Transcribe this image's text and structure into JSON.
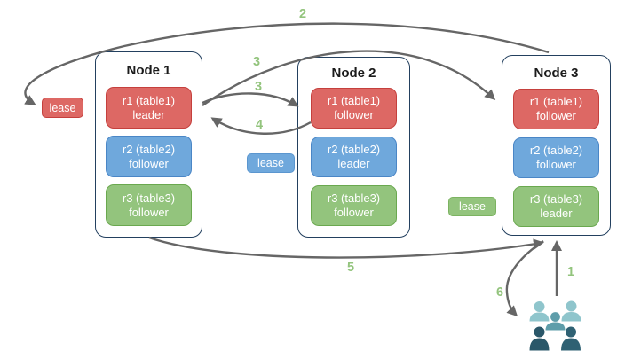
{
  "nodes": [
    {
      "title": "Node 1",
      "replicas": [
        {
          "label": "r1 (table1)",
          "role": "leader",
          "color": "red"
        },
        {
          "label": "r2 (table2)",
          "role": "follower",
          "color": "blue"
        },
        {
          "label": "r3 (table3)",
          "role": "follower",
          "color": "green"
        }
      ]
    },
    {
      "title": "Node 2",
      "replicas": [
        {
          "label": "r1 (table1)",
          "role": "follower",
          "color": "red"
        },
        {
          "label": "r2 (table2)",
          "role": "leader",
          "color": "blue"
        },
        {
          "label": "r3 (table3)",
          "role": "follower",
          "color": "green"
        }
      ]
    },
    {
      "title": "Node 3",
      "replicas": [
        {
          "label": "r1 (table1)",
          "role": "follower",
          "color": "red"
        },
        {
          "label": "r2 (table2)",
          "role": "follower",
          "color": "blue"
        },
        {
          "label": "r3 (table3)",
          "role": "leader",
          "color": "green"
        }
      ]
    }
  ],
  "leases": [
    {
      "label": "lease",
      "color": "red",
      "near": "Node 1 r1 leader"
    },
    {
      "label": "lease",
      "color": "blue",
      "near": "Node 2 r2 leader"
    },
    {
      "label": "lease",
      "color": "green",
      "near": "Node 3 r3 leader"
    }
  ],
  "steps": [
    "1",
    "2",
    "3",
    "3",
    "4",
    "5",
    "6"
  ],
  "icons": {
    "users": "user-group-icon"
  },
  "colors": {
    "replica_red": "#dd6864",
    "replica_red_border": "#c5403d",
    "replica_blue": "#6fa8dc",
    "replica_blue_border": "#4a86c6",
    "replica_green": "#93c47d",
    "replica_green_border": "#6aa84f",
    "node_border": "#23405f",
    "arrow": "#666666",
    "step_label": "#93c47d",
    "users_light": "#8fc5cc",
    "users_mid": "#5e9daa",
    "users_dark_left": "#2a5769",
    "users_dark_right": "#2f6173"
  }
}
